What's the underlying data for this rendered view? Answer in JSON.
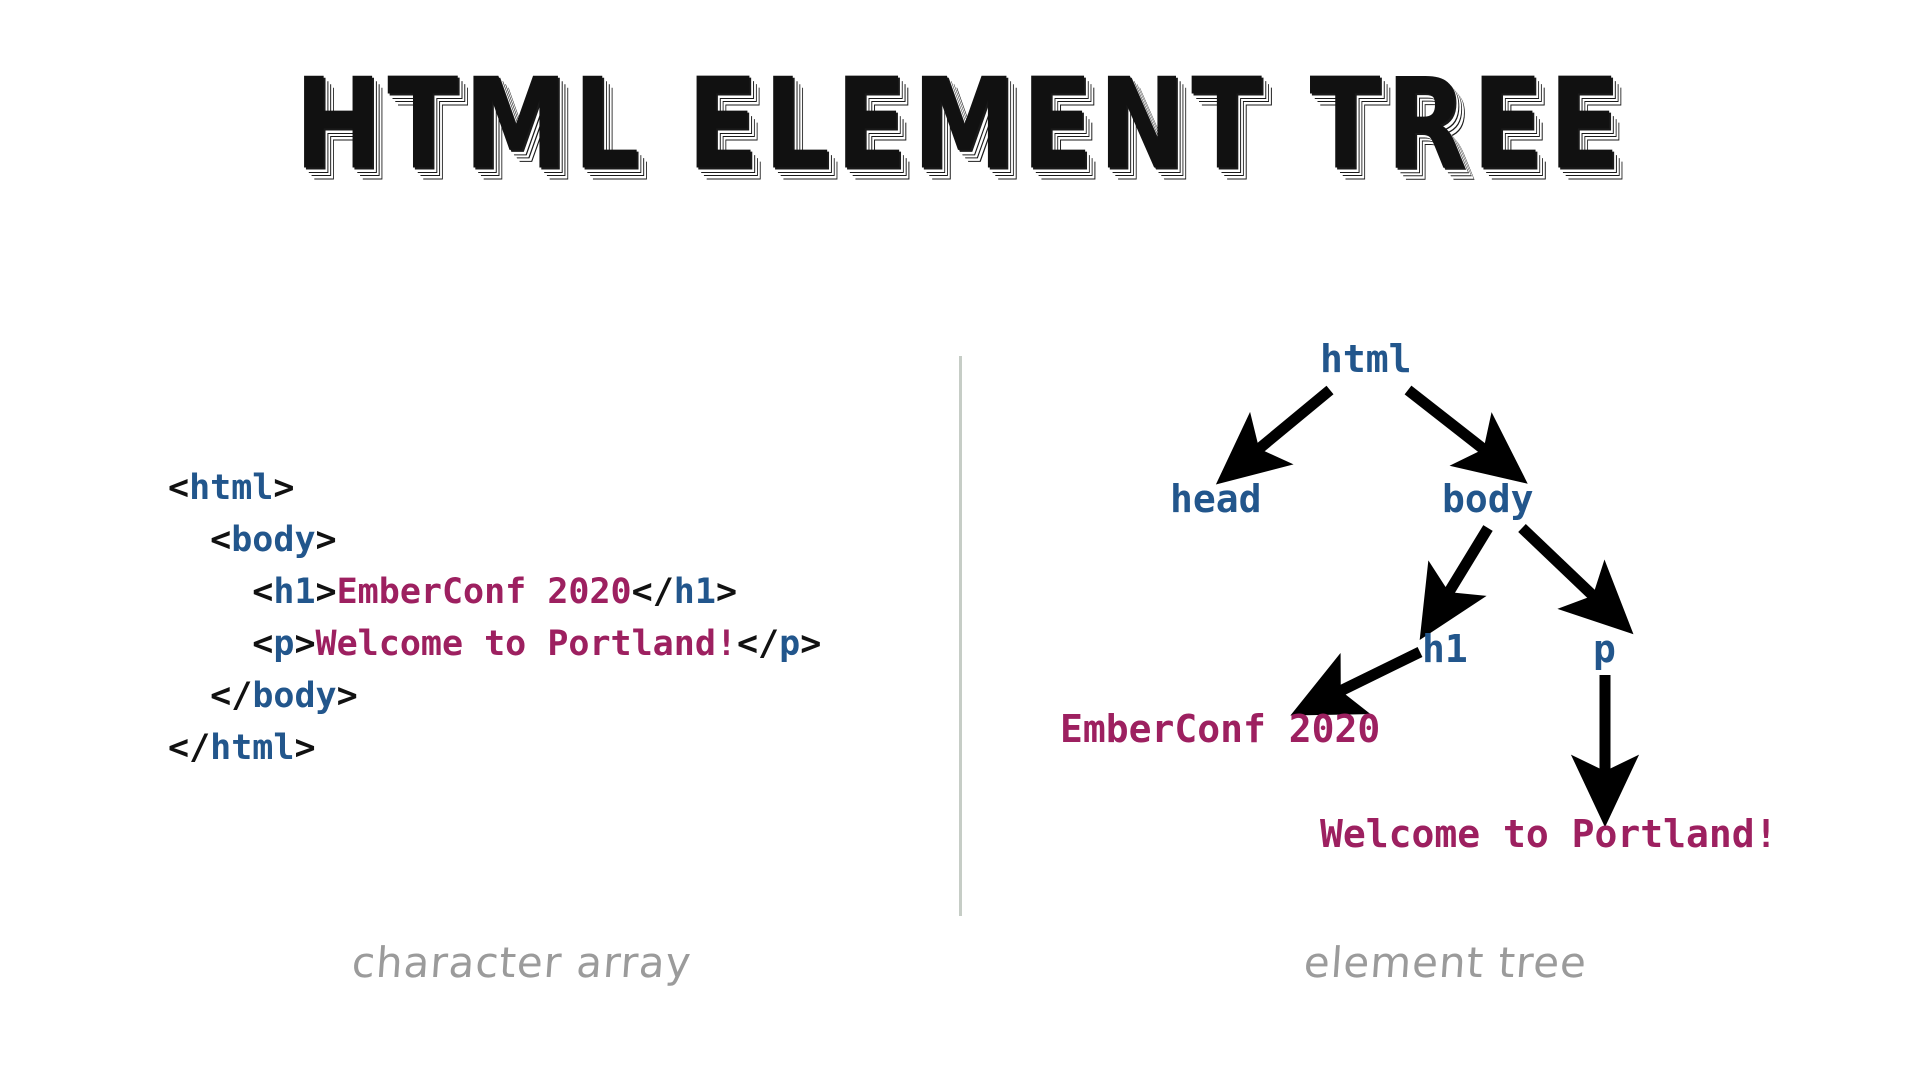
{
  "slide": {
    "title": "HTML ELEMENT TREE",
    "background": "#ffffff"
  },
  "colors": {
    "tag_blue": "#22568c",
    "text_magenta": "#9d2060",
    "punctuation_black": "#111111",
    "caption_gray": "#9b9b9b",
    "divider_gray": "#c6cdc6",
    "arrow_black": "#000000"
  },
  "code_panel": {
    "caption": "character array",
    "lines": [
      {
        "indent": 0,
        "segments": [
          {
            "kind": "punct",
            "text": "<"
          },
          {
            "kind": "tag",
            "text": "html"
          },
          {
            "kind": "punct",
            "text": ">"
          }
        ]
      },
      {
        "indent": 1,
        "segments": [
          {
            "kind": "punct",
            "text": "<"
          },
          {
            "kind": "tag",
            "text": "body"
          },
          {
            "kind": "punct",
            "text": ">"
          }
        ]
      },
      {
        "indent": 2,
        "segments": [
          {
            "kind": "punct",
            "text": "<"
          },
          {
            "kind": "tag",
            "text": "h1"
          },
          {
            "kind": "punct",
            "text": ">"
          },
          {
            "kind": "text",
            "text": "EmberConf 2020"
          },
          {
            "kind": "punct",
            "text": "</"
          },
          {
            "kind": "tag",
            "text": "h1"
          },
          {
            "kind": "punct",
            "text": ">"
          }
        ]
      },
      {
        "indent": 2,
        "segments": [
          {
            "kind": "punct",
            "text": "<"
          },
          {
            "kind": "tag",
            "text": "p"
          },
          {
            "kind": "punct",
            "text": ">"
          },
          {
            "kind": "text",
            "text": "Welcome to Portland!"
          },
          {
            "kind": "punct",
            "text": "</"
          },
          {
            "kind": "tag",
            "text": "p"
          },
          {
            "kind": "punct",
            "text": ">"
          }
        ]
      },
      {
        "indent": 1,
        "segments": [
          {
            "kind": "punct",
            "text": "</"
          },
          {
            "kind": "tag",
            "text": "body"
          },
          {
            "kind": "punct",
            "text": ">"
          }
        ]
      },
      {
        "indent": 0,
        "segments": [
          {
            "kind": "punct",
            "text": "</"
          },
          {
            "kind": "tag",
            "text": "html"
          },
          {
            "kind": "punct",
            "text": ">"
          }
        ]
      }
    ]
  },
  "tree_panel": {
    "caption": "element tree",
    "nodes": [
      {
        "id": "html",
        "label": "html",
        "kind": "element"
      },
      {
        "id": "head",
        "label": "head",
        "kind": "element"
      },
      {
        "id": "body",
        "label": "body",
        "kind": "element"
      },
      {
        "id": "h1",
        "label": "h1",
        "kind": "element"
      },
      {
        "id": "p",
        "label": "p",
        "kind": "element"
      },
      {
        "id": "emberconf",
        "label": "EmberConf 2020",
        "kind": "text"
      },
      {
        "id": "welcome",
        "label": "Welcome to Portland!",
        "kind": "text"
      }
    ],
    "edges": [
      {
        "from": "html",
        "to": "head"
      },
      {
        "from": "html",
        "to": "body"
      },
      {
        "from": "body",
        "to": "h1"
      },
      {
        "from": "body",
        "to": "p"
      },
      {
        "from": "h1",
        "to": "emberconf"
      },
      {
        "from": "p",
        "to": "welcome"
      }
    ]
  }
}
